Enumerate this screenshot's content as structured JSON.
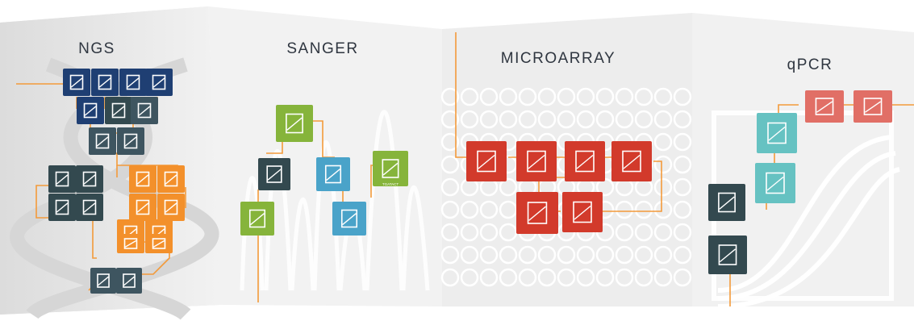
{
  "panels": [
    {
      "id": "ngs",
      "title": "NGS"
    },
    {
      "id": "sanger",
      "title": "SANGER"
    },
    {
      "id": "microarray",
      "title": "MICROARRAY"
    },
    {
      "id": "qpcr",
      "title": "qPCR"
    }
  ],
  "palette": {
    "navy": "#1f3f73",
    "dark_teal": "#33494f",
    "slate": "#3e5560",
    "orange": "#f3902b",
    "green": "#86b43b",
    "light_blue": "#4aa3c9",
    "red": "#d23a2b",
    "salmon": "#e16f66",
    "cyan": "#66c2c2",
    "connector": "#f39a3a",
    "panel_bg": "#ededed",
    "panel_shadow": "#d2d2d2"
  },
  "icons": {
    "ngs": [
      "sample-prep-icon",
      "sample-prep-icon",
      "sample-prep-icon",
      "sample-prep-icon",
      "library-prep-icon",
      "dna-icon",
      "dna-box-icon",
      "tubes-icon",
      "chart-icon",
      "sequencing-run-icon",
      "sequencing-run-icon",
      "sequencing-run-icon",
      "sequencing-run-icon",
      "dna-icon",
      "sequencer-icon",
      "dna-icon",
      "dna-icon",
      "analysis-icon",
      "dna-icon",
      "report-icon",
      "chart-icon",
      "dashboard-icon",
      "instrument-icon"
    ],
    "sanger": [
      "chart-icon",
      "tubes-icon",
      "gel-icon",
      "chromatogram-icon",
      "rack-icon",
      "pipette-icon"
    ],
    "microarray": [
      "box-icon",
      "clipboard-icon",
      "flask-icon",
      "rack-icon",
      "microarray-icon",
      "tubes-icon"
    ],
    "qpcr": [
      "curve-icon",
      "cartridge-icon",
      "pipette-icon",
      "chart-icon",
      "tubes-icon",
      "dna-box-icon"
    ]
  },
  "chromatogram_text": "TGATACT"
}
